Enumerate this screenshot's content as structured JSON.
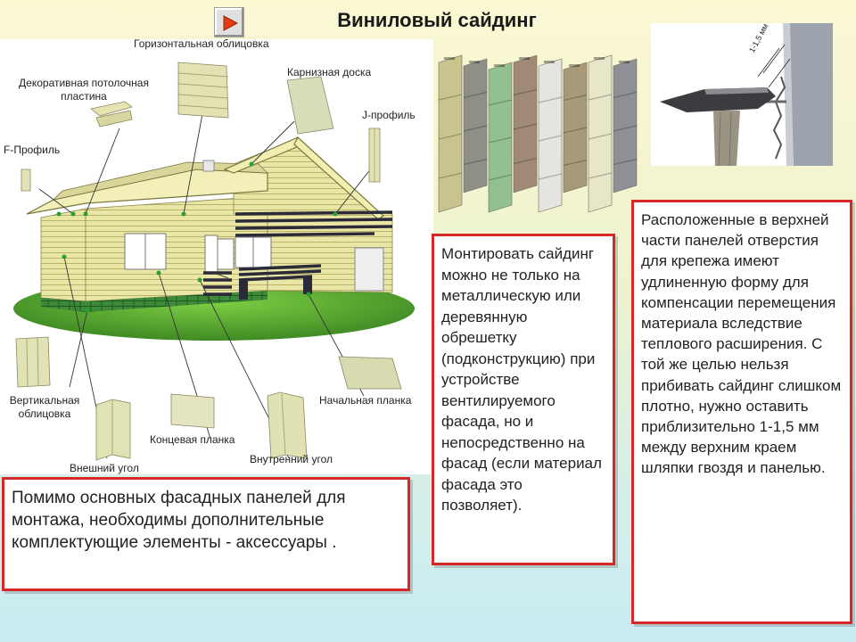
{
  "header": {
    "title": "Виниловый сайдинг"
  },
  "scene": {
    "labels": {
      "horizontal_cladding": "Горизонтальная облицовка",
      "decorative_ceiling_plate": "Декоративная потолочная\nпластина",
      "eave_board": "Карнизная доска",
      "j_profile": "J-профиль",
      "f_profile": "F-Профиль",
      "vertical_cladding": "Вертикальная\nоблицовка",
      "end_strip": "Концевая планка",
      "starter_strip": "Начальная планка",
      "outer_corner": "Внешний угол",
      "inner_corner": "Внутренний угол"
    }
  },
  "text_blocks": {
    "bottom": "Помимо основных фасадных панелей для монтажа, необходимы дополнительные комплектующие элементы - аксессуары .",
    "middle": "Монтировать сайдинг можно не только на металлическую или деревянную обрешетку (подконструкцию) при устройстве вентилируемого фасада, но и непосредственно на фасад (если материал фасада это позволяет).",
    "right": "Расположенные в верхней части панелей отверстия для крепежа имеют удлиненную форму для компенсации перемещения материала вследствие теплового расширения. С той же целью нельзя прибивать сайдинг слишком плотно, нужно оставить приблизительно 1-1,5 мм между верхним краем шляпки гвоздя и панелью."
  },
  "photo": {
    "gap_label": "1-1,5 мм"
  },
  "colors": {
    "accent_red": "#d62828",
    "siding_yellow": "#e9e6a0",
    "lawn_green": "#6fbf3a",
    "panel_colors": [
      "#c9c48e",
      "#8f8f88",
      "#93c090",
      "#a08a76",
      "#e6e4de",
      "#a89a78",
      "#e8e6c8",
      "#8e9096"
    ]
  },
  "icons": {
    "play_button": "play-triangle-icon"
  }
}
